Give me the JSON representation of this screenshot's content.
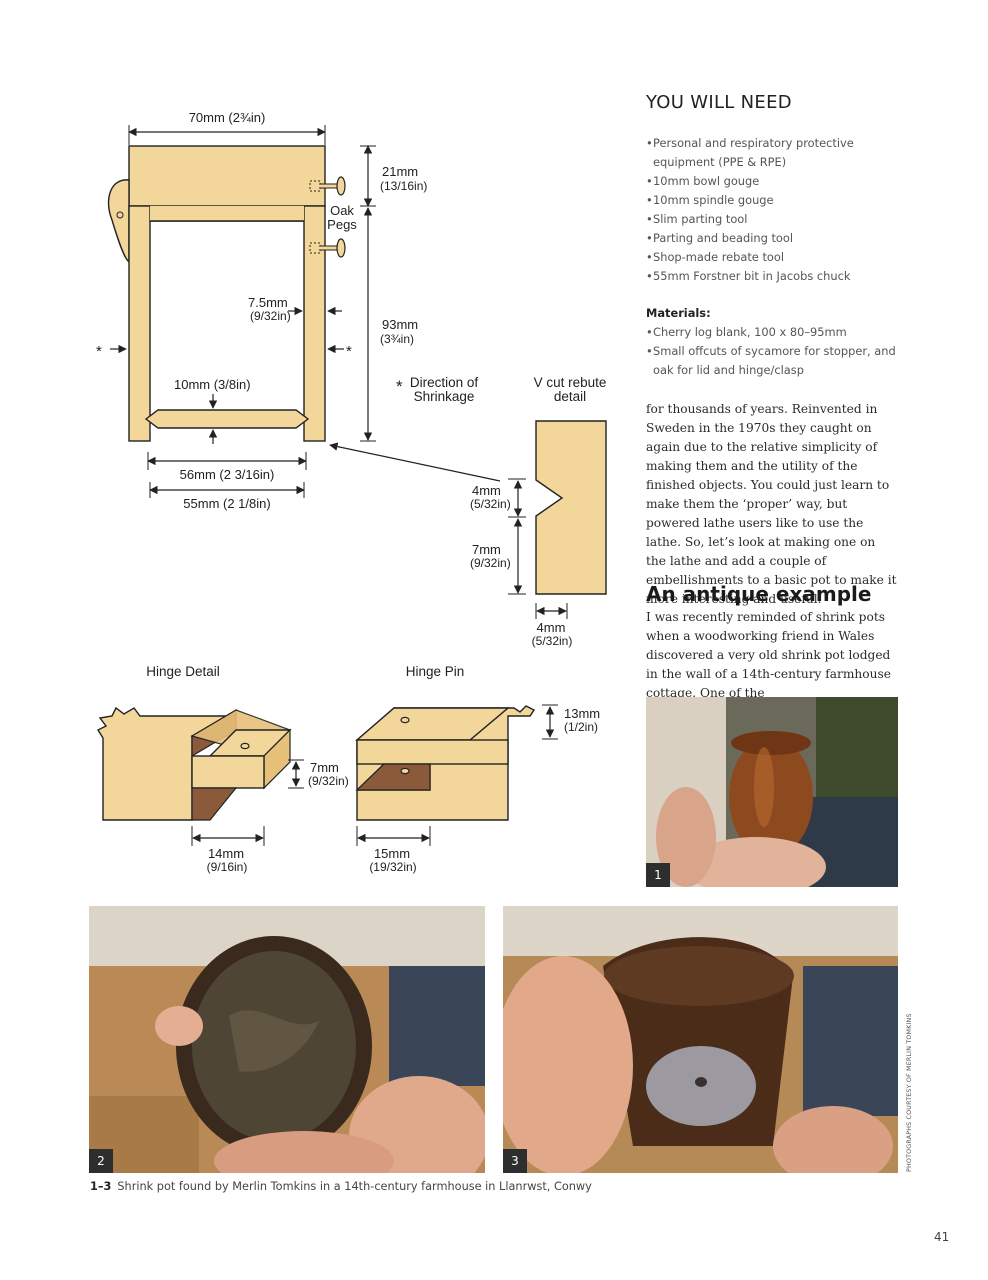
{
  "sidebar": {
    "title": "YOU WILL NEED",
    "items": [
      "Personal and respiratory protective equipment (PPE & RPE)",
      "10mm bowl gouge",
      "10mm spindle gouge",
      "Slim parting tool",
      "Parting and beading tool",
      "Shop-made rebate tool",
      "55mm Forstner bit in Jacobs chuck"
    ],
    "materials_title": "Materials:",
    "materials": [
      "Cherry log blank, 100 x 80–95mm",
      "Small offcuts of sycamore for stopper, and oak for lid and hinge/clasp"
    ]
  },
  "body": {
    "para1": "for thousands of years. Reinvented in Sweden in the 1970s they caught on again due to the relative simplicity of making them and the utility of the finished objects. You could just learn to make them the ‘proper’ way, but powered lathe users like to use the lathe. So, let’s look at making one on the lathe and add a couple of embellishments to a basic pot to make it more interesting and useful.",
    "heading": "An antique example",
    "para2": "I was recently reminded of shrink pots when a woodworking friend in Wales discovered a very old shrink pot lodged in the wall of a 14th-century farmhouse cottage. One of the"
  },
  "diagram": {
    "width": "70mm (2¾in)",
    "lid_h": "21mm",
    "lid_h_in": "(13/16in)",
    "pegs": "Oak Pegs",
    "wall": "7.5mm",
    "wall_in": "(9/32in)",
    "height": "93mm",
    "height_in": "(3¾in)",
    "base": "10mm (3/8in)",
    "inner1": "56mm (2 3/16in)",
    "inner2": "55mm (2 1/8in)",
    "star_note": "Direction of Shrinkage",
    "vcut_title": "V cut rebute detail",
    "v1": "4mm",
    "v1_in": "(5/32in)",
    "v2": "7mm",
    "v2_in": "(9/32in)",
    "v3": "4mm",
    "v3_in": "(5/32in)",
    "hinge_detail": "Hinge Detail",
    "hinge_pin": "Hinge Pin",
    "h13": "13mm",
    "h13_in": "(1/2in)",
    "h7": "7mm",
    "h7_in": "(9/32in)",
    "h14": "14mm",
    "h14_in": "(9/16in)",
    "h15": "15mm",
    "h15_in": "(19/32in)"
  },
  "photos": [
    {
      "number": "1"
    },
    {
      "number": "2"
    },
    {
      "number": "3"
    }
  ],
  "caption": {
    "number": "1–3",
    "text": "Shrink pot found by Merlin Tomkins in a 14th-century farmhouse in Llanrwst, Conwy"
  },
  "credit": "PHOTOGRAPHS COURTESY OF MERLIN TOMKINS",
  "page_number": "41",
  "colors": {
    "wood": "#f3d69a",
    "wood_dark": "#8a5a3a",
    "outline": "#222222"
  }
}
